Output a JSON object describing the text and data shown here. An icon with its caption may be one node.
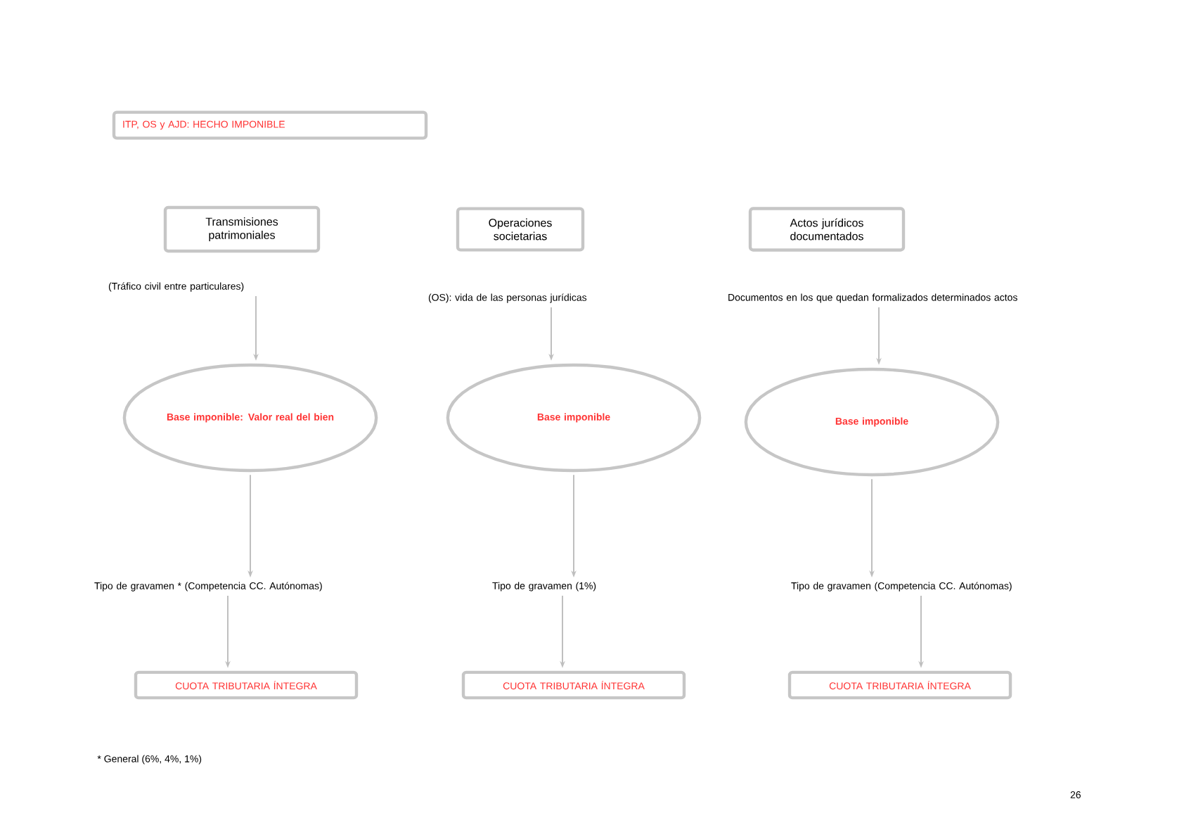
{
  "diagram": {
    "nodes": [
      {
        "text": [
          "ITP, OS y AJD: HECHO IMPONIBLE"
        ]
      },
      {
        "text": [
          "Transmisiones patrimoniales"
        ]
      },
      {
        "text": [
          "Operaciones societarias"
        ]
      },
      {
        "text": [
          "Actos jurídicos documentados"
        ]
      },
      {
        "text": [
          "(Tráfico civil entre particulares)"
        ]
      },
      {
        "text": [
          "(OS): vida de las personas jurídicas"
        ]
      },
      {
        "text": [
          "Documentos en los que quedan formalizados determinados actos"
        ]
      },
      {
        "text": [
          "Base imponible: Valor real del bien"
        ]
      },
      {
        "text": [
          "Base imponible"
        ]
      },
      {
        "text": [
          "Base imponible"
        ]
      },
      {
        "text": [
          "Tipo de gravamen * (Competencia CC. Autónomas)"
        ]
      },
      {
        "text": [
          "Tipo de gravamen (1%)"
        ]
      },
      {
        "text": [
          "Tipo de gravamen (Competencia CC. Autónomas)"
        ]
      },
      {
        "text": [
          "CUOTA TRIBUTARIA ÍNTEGRA"
        ]
      },
      {
        "text": [
          "CUOTA TRIBUTARIA ÍNTEGRA"
        ]
      },
      {
        "text": [
          "CUOTA TRIBUTARIA ÍNTEGRA"
        ]
      }
    ],
    "edges": [
      {
        "from": 4,
        "to": 7,
        "arrow": "to"
      },
      {
        "from": 5,
        "to": 8,
        "arrow": "to"
      },
      {
        "from": 6,
        "to": 9,
        "arrow": "to"
      },
      {
        "from": 7,
        "to": 10,
        "arrow": "to"
      },
      {
        "from": 8,
        "to": 11,
        "arrow": "to"
      },
      {
        "from": 9,
        "to": 12,
        "arrow": "to"
      },
      {
        "from": 10,
        "to": 13,
        "arrow": "to"
      },
      {
        "from": 11,
        "to": 14,
        "arrow": "to"
      },
      {
        "from": 12,
        "to": 15,
        "arrow": "to"
      }
    ],
    "labels": [
      "* General (6%, 4%, 1%)",
      "26"
    ]
  }
}
